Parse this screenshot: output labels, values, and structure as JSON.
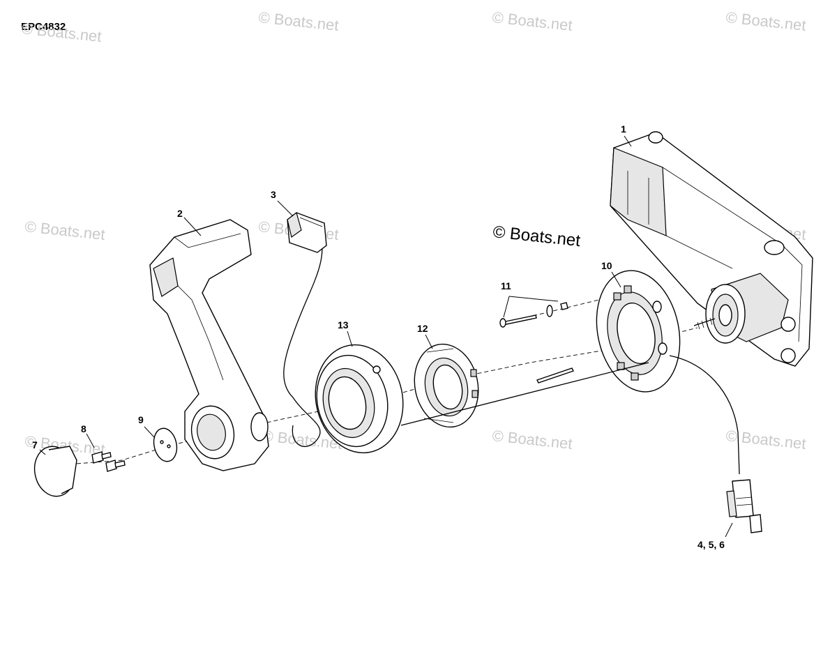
{
  "diagram": {
    "code": "EPC4832",
    "watermark_text": "Boats.net",
    "copyright_symbol": "©",
    "parts": [
      {
        "id": "1",
        "label": "1"
      },
      {
        "id": "2",
        "label": "2"
      },
      {
        "id": "3",
        "label": "3"
      },
      {
        "id": "4-5-6",
        "label": "4, 5, 6"
      },
      {
        "id": "7",
        "label": "7"
      },
      {
        "id": "8",
        "label": "8"
      },
      {
        "id": "9",
        "label": "9"
      },
      {
        "id": "10",
        "label": "10"
      },
      {
        "id": "11",
        "label": "11"
      },
      {
        "id": "12",
        "label": "12"
      },
      {
        "id": "13",
        "label": "13"
      }
    ]
  }
}
